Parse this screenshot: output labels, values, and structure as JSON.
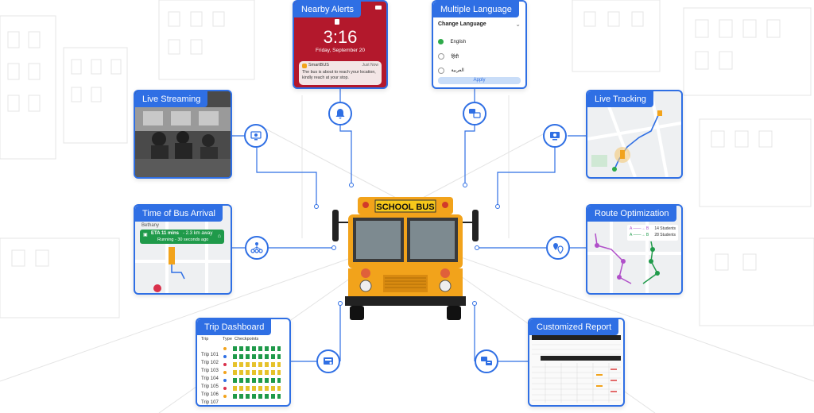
{
  "colors": {
    "accent": "#2f6fe4",
    "bus": "#f2a31b",
    "alert_bg": "#b3182c"
  },
  "features": {
    "nearby_alerts": "Nearby Alerts",
    "multiple_language": "Multiple Language",
    "live_streaming": "Live Streaming",
    "live_tracking": "Live Tracking",
    "time_of_bus_arrival": "Time of Bus Arrival",
    "route_optimization": "Route Optimization",
    "trip_dashboard": "Trip Dashboard",
    "customized_report": "Customized Report"
  },
  "phone": {
    "time": "3:16",
    "date": "Friday, September 20",
    "app_name": "SmartBUS",
    "app_time": "Just Now",
    "message": "The bus is about to reach your location, kindly reach at your stop."
  },
  "language": {
    "title": "Change Language",
    "options": [
      "English",
      "हिंदी",
      "العربية"
    ],
    "apply": "Apply"
  },
  "arrival": {
    "place": "Bethany",
    "eta": "ETA 11 mins",
    "distance": "- 2.3 km away",
    "status": "Running - 30 seconds ago"
  },
  "route": {
    "legend": [
      {
        "label": "A ——→ B",
        "value": "14 Students"
      },
      {
        "label": "A ——→ B",
        "value": "28 Students"
      }
    ]
  },
  "trip": {
    "headers": [
      "Trip",
      "Type",
      "Checkpoints"
    ],
    "rows": [
      "Trip 101",
      "Trip 102",
      "Trip 103",
      "Trip 104",
      "Trip 105",
      "Trip 106",
      "Trip 107"
    ]
  },
  "bus": {
    "sign": "SCHOOL BUS"
  },
  "icons": [
    "bell-icon",
    "language-icon",
    "monitor-icon",
    "tracking-screen-icon",
    "route-nodes-icon",
    "location-pins-icon",
    "dashboard-icon",
    "report-chat-icon"
  ]
}
